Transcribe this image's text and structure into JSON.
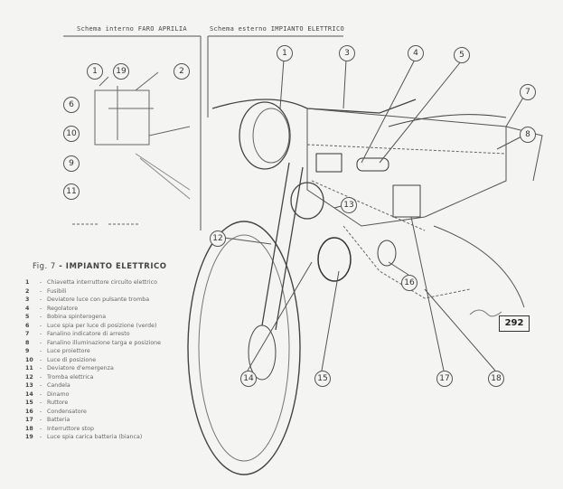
{
  "headers": {
    "internal": "Schema interno FARO APRILIA",
    "external": "Schema esterno IMPIANTO ELETTRICO"
  },
  "figure": {
    "label": "Fig. 7",
    "title": "IMPIANTO ELETTRICO"
  },
  "legend": [
    {
      "n": "1",
      "t": "Chiavetta interruttore circuito elettrico"
    },
    {
      "n": "2",
      "t": "Fusibili"
    },
    {
      "n": "3",
      "t": "Deviatore luce con pulsante tromba"
    },
    {
      "n": "4",
      "t": "Regolatore"
    },
    {
      "n": "5",
      "t": "Bobina spinterogena"
    },
    {
      "n": "6",
      "t": "Luce spia per luce di posizione (verde)"
    },
    {
      "n": "7",
      "t": "Fanalino indicatore di arresto"
    },
    {
      "n": "8",
      "t": "Fanalino illuminazione targa e posizione"
    },
    {
      "n": "9",
      "t": "Luce proiettore"
    },
    {
      "n": "10",
      "t": "Luce di posizione"
    },
    {
      "n": "11",
      "t": "Deviatore d'emergenza"
    },
    {
      "n": "12",
      "t": "Tromba elettrica"
    },
    {
      "n": "13",
      "t": "Candela"
    },
    {
      "n": "14",
      "t": "Dinamo"
    },
    {
      "n": "15",
      "t": "Ruttore"
    },
    {
      "n": "16",
      "t": "Condensatore"
    },
    {
      "n": "17",
      "t": "Batteria"
    },
    {
      "n": "18",
      "t": "Interruttore stop"
    },
    {
      "n": "19",
      "t": "Luce spia carica batteria (bianca)"
    }
  ],
  "callouts": {
    "c1a": "1",
    "c19": "19",
    "c2": "2",
    "c6": "6",
    "c10": "10",
    "c9": "9",
    "c11": "11",
    "c1": "1",
    "c3": "3",
    "c4": "4",
    "c5": "5",
    "c7": "7",
    "c8": "8",
    "c12": "12",
    "c13": "13",
    "c14": "14",
    "c15": "15",
    "c16": "16",
    "c17": "17",
    "c18": "18"
  },
  "page_number": "292"
}
